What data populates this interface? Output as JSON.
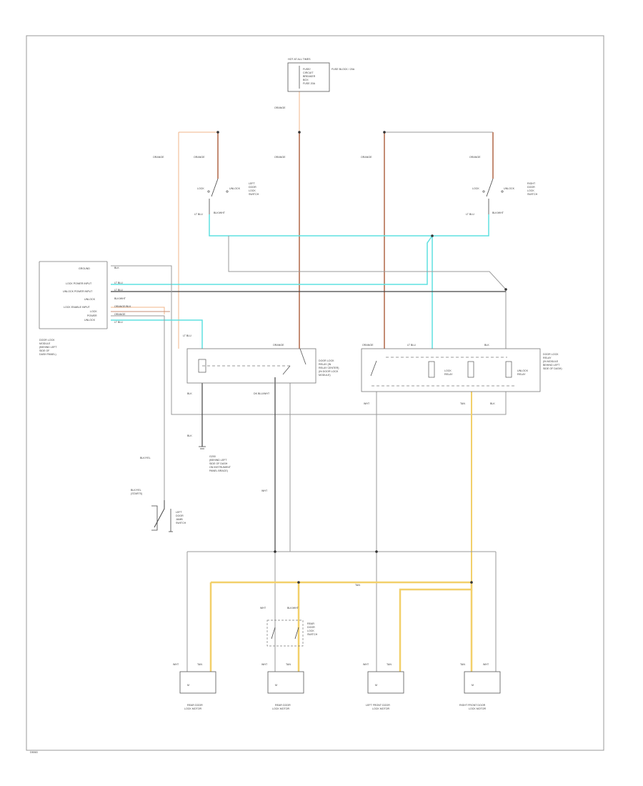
{
  "power_source": {
    "header": "HOT AT ALL TIMES",
    "fuse_lines": [
      "FUSE/",
      "CIRCUIT",
      "BREAKER",
      "BOX",
      "FUSE 20A"
    ],
    "fuse_label": "FUSE BLOCK / 20A"
  },
  "wire_labels": {
    "orange_main": "ORANGE",
    "orange_1": "ORANGE",
    "orange_2": "ORANGE",
    "orange_3": "ORANGE",
    "orange_4": "ORANGE",
    "orange_5": "ORANGE",
    "orange_6": "ORANGE",
    "ltblu_left": "LT BLU",
    "ltblu_right": "LT BLU",
    "ltblu_relay": "LT BLU",
    "ltblu_relay_r": "LT BLU",
    "blk_relay": "BLK",
    "blk_ground": "BLK",
    "blk_right": "BLK",
    "blk_r2": "BLK",
    "wht_left": "WHT",
    "wht_right": "WHT",
    "wht_mid": "WHT",
    "tan_right": "TAN",
    "tan_bus": "TAN",
    "dkblu_wht": "DK BLU/WHT",
    "blu_wht_sw": "BLK/WHT",
    "blu_wht_sw2": "BLK/WHT",
    "blu_wht_ind": "BLK/WHT",
    "lock_motor_wht_1": "WHT",
    "lock_motor_tan_1": "TAN",
    "lock_motor_wht_2": "WHT",
    "lock_motor_tan_2": "TAN",
    "lock_motor_wht_3": "WHT",
    "lock_motor_tan_3": "TAN",
    "lock_motor_wht_4": "TAN",
    "lock_motor_tan_4": "WHT"
  },
  "left_switch": {
    "lock": "LOCK",
    "unlock": "UNLOCK",
    "name_lines": [
      "LEFT",
      "DOOR",
      "LOCK",
      "SWITCH"
    ],
    "wire": "LT BLU",
    "wire2": "BLK/WHT"
  },
  "right_switch": {
    "lock": "LOCK",
    "unlock": "UNLOCK",
    "name_lines": [
      "RIGHT",
      "DOOR",
      "LOCK",
      "SWITCH"
    ],
    "wire": "LT BLU",
    "wire2": "BLK/WHT"
  },
  "module": {
    "pins": [
      "GROUND",
      "LOCK POWER INPUT",
      "UNLOCK POWER INPUT",
      "UNLOCK",
      "LOCK ENABLE INPUT",
      "LOCK",
      "POWER",
      "UNLOCK"
    ],
    "pin_wires": [
      "BLK",
      "LT BLU",
      "LT BLU",
      "BLK/WHT",
      "ORANGE/BLK",
      "ORANGE",
      "ORANGE",
      "LT BLU"
    ],
    "name_lines": [
      "DOOR LOCK",
      "MODULE",
      "(BEHIND LEFT",
      "SIDE OF",
      "DASH PANEL)"
    ]
  },
  "lock_relay": {
    "name_lines": [
      "DOOR LOCK",
      "RELAY (IN",
      "RELAY CENTER)",
      "(IN DOOR LOCK",
      "MODULE)"
    ]
  },
  "unlock_relay": {
    "name_lines": [
      "DOOR LOCK",
      "RELAY",
      "(IN MODULE",
      "BEHIND LEFT",
      "SIDE OF DASH)"
    ],
    "inner_left": [
      "LOCK",
      "RELAY"
    ],
    "inner_right": [
      "UNLOCK",
      "RELAY"
    ]
  },
  "ground": {
    "name_lines": [
      "G200",
      "(BEHIND LEFT",
      "SIDE OF DASH",
      "ON INSTRUMENT",
      "PANEL BRACE)"
    ]
  },
  "jamb_switch": {
    "wire": "BLK/YEL",
    "wire2": "(STARTS)",
    "name_lines": [
      "LEFT",
      "DOOR",
      "JAMB",
      "SWITCH"
    ]
  },
  "rear_switch": {
    "name_lines": [
      "REAR",
      "DOOR",
      "LOCK",
      "SWITCH"
    ]
  },
  "motors": [
    {
      "name_lines": [
        "REAR DOOR",
        "LOCK MOTOR"
      ],
      "mark": "M"
    },
    {
      "name_lines": [
        "REAR DOOR",
        "LOCK MOTOR"
      ],
      "mark": "M"
    },
    {
      "name_lines": [
        "LEFT FRONT DOOR",
        "LOCK MOTOR"
      ],
      "mark": "M"
    },
    {
      "name_lines": [
        "RIGHT FRONT DOOR",
        "LOCK MOTOR"
      ],
      "mark": "M"
    }
  ],
  "page_code": "D5063",
  "colors": {
    "orange": "#f2b48a",
    "dark_orange": "#c48c74",
    "light_blue": "#5fe0e0",
    "tan": "#f2d06a",
    "gray": "#9a9a9a"
  }
}
